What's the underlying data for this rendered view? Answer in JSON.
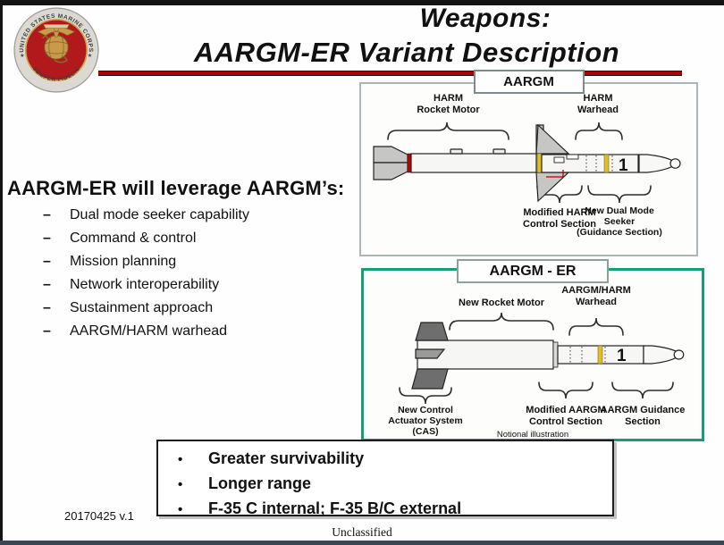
{
  "slide": {
    "title_line1": "Weapons:",
    "title_line2": "AARGM-ER Variant Description",
    "version": "20170425 v.1",
    "classification": "Unclassified"
  },
  "seal": {
    "ring_top": "UNITED STATES MARINE CORPS",
    "ring_bottom": "SEMPER FIDELIS"
  },
  "leverage": {
    "heading": "AARGM-ER will leverage AARGM’s:",
    "dash_char": "–",
    "items": [
      "Dual mode seeker capability",
      "Command & control",
      "Mission planning",
      "Network interoperability",
      "Sustainment approach",
      "AARGM/HARM warhead"
    ]
  },
  "aargm": {
    "title": "AARGM",
    "label_rocket_motor": "HARM\nRocket Motor",
    "label_warhead": "HARM\nWarhead",
    "label_control_section": "Modified HARM\nControl Section",
    "label_seeker": "New Dual Mode\nSeeker\n(Guidance Section)"
  },
  "aargm_er": {
    "title": "AARGM - ER",
    "label_rocket_motor": "New Rocket Motor",
    "label_warhead": "AARGM/HARM\nWarhead",
    "label_cas": "New Control\nActuator System\n(CAS)",
    "label_control_section": "Modified AARGM\nControl Section",
    "label_guidance": "AARGM Guidance\nSection",
    "notional_note": "Notional illustration"
  },
  "benefits": {
    "bullet_char": "•",
    "items": [
      "Greater survivability",
      "Longer range",
      "F-35 C internal; F-35 B/C external"
    ]
  },
  "colors": {
    "accent_red": "#b00000",
    "seal_red": "#b2191d",
    "seal_gold": "#c89a4a",
    "panel_gray": "#a9b7bb",
    "panel_green": "#179e79",
    "band_yellow": "#e3bf1b",
    "footer_bar": "#3a4654"
  }
}
